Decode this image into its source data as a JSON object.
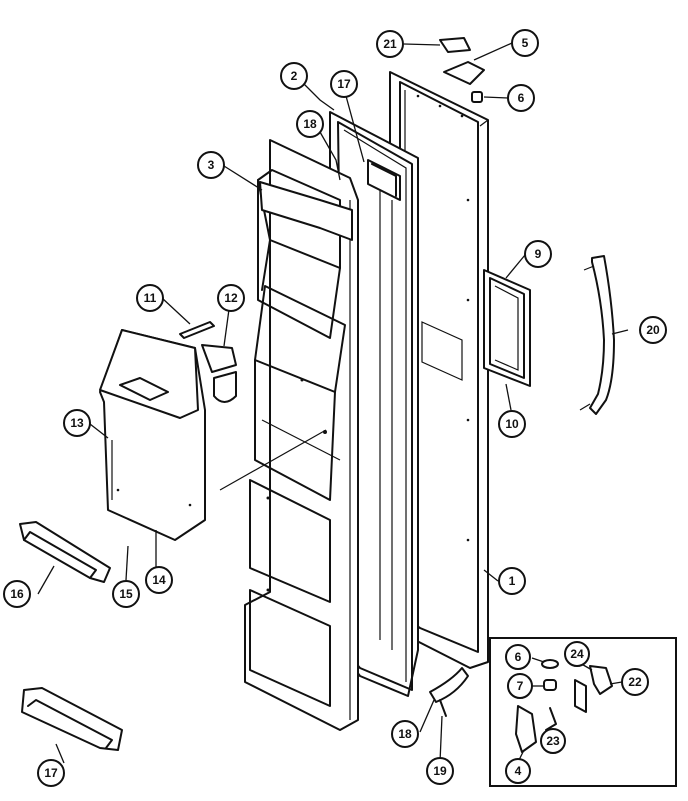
{
  "callouts": [
    {
      "id": "c21a",
      "label": "21"
    },
    {
      "id": "c5",
      "label": "5"
    },
    {
      "id": "c6a",
      "label": "6"
    },
    {
      "id": "c2",
      "label": "2"
    },
    {
      "id": "c17a",
      "label": "17"
    },
    {
      "id": "c18a",
      "label": "18"
    },
    {
      "id": "c3",
      "label": "3"
    },
    {
      "id": "c9",
      "label": "9"
    },
    {
      "id": "c11",
      "label": "11"
    },
    {
      "id": "c12",
      "label": "12"
    },
    {
      "id": "c20",
      "label": "20"
    },
    {
      "id": "c13",
      "label": "13"
    },
    {
      "id": "c10",
      "label": "10"
    },
    {
      "id": "c16",
      "label": "16"
    },
    {
      "id": "c15",
      "label": "15"
    },
    {
      "id": "c14",
      "label": "14"
    },
    {
      "id": "c1",
      "label": "1"
    },
    {
      "id": "c6b",
      "label": "6"
    },
    {
      "id": "c24",
      "label": "24"
    },
    {
      "id": "c7",
      "label": "7"
    },
    {
      "id": "c22",
      "label": "22"
    },
    {
      "id": "c18b",
      "label": "18"
    },
    {
      "id": "c23",
      "label": "23"
    },
    {
      "id": "c17b",
      "label": "17"
    },
    {
      "id": "c19",
      "label": "19"
    },
    {
      "id": "c4",
      "label": "4"
    }
  ]
}
